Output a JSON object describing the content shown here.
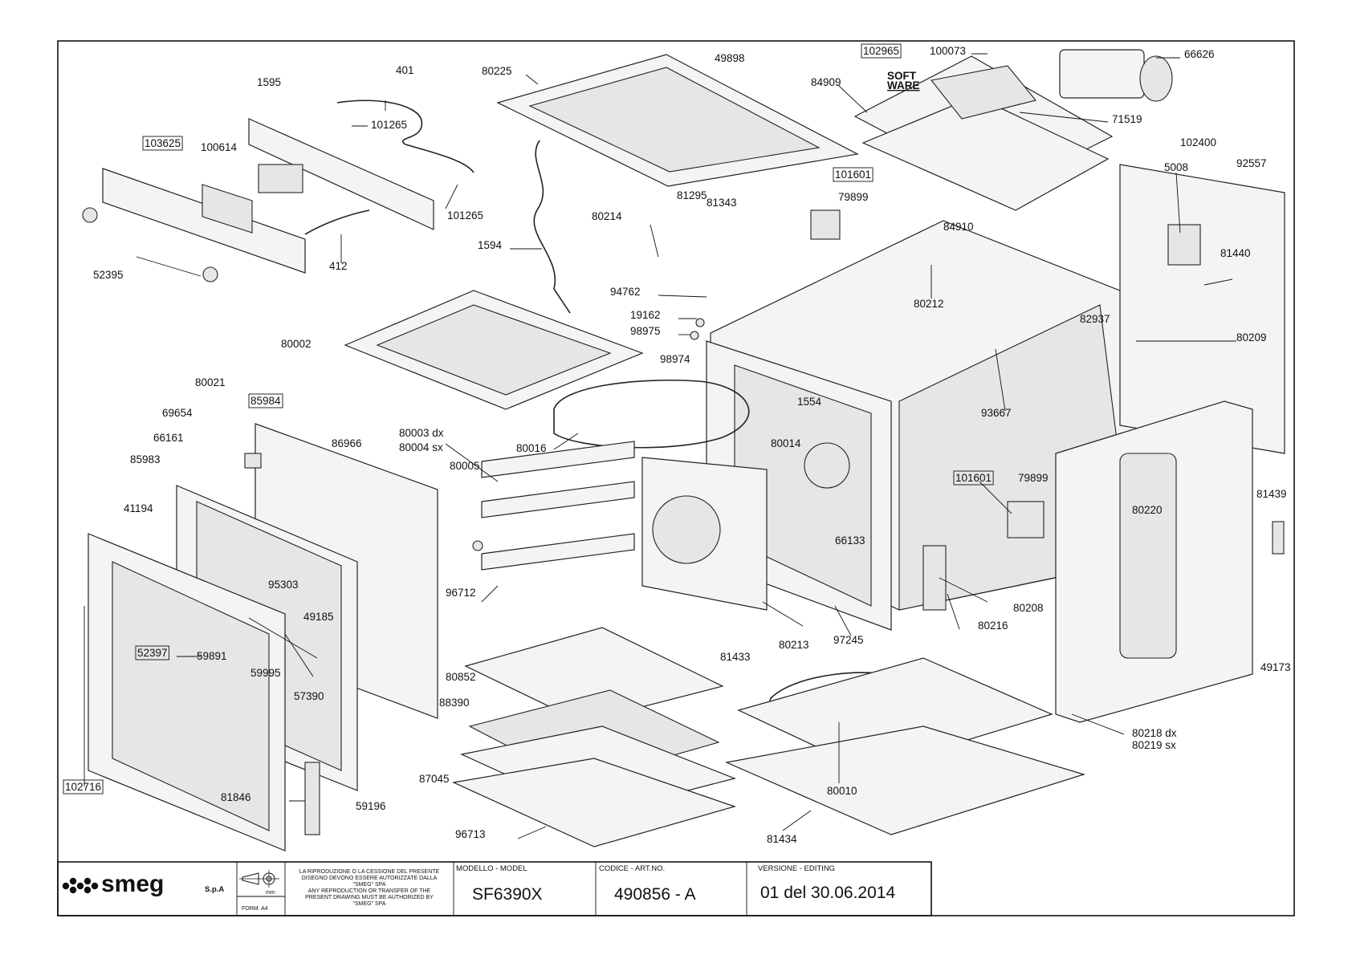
{
  "drawing": {
    "callouts": [
      {
        "id": "c80225",
        "text": "80225"
      },
      {
        "id": "c49898",
        "text": "49898"
      },
      {
        "id": "c102965",
        "text": "102965",
        "boxed": true
      },
      {
        "id": "c100073",
        "text": "100073"
      },
      {
        "id": "c66626",
        "text": "66626"
      },
      {
        "id": "c84909",
        "text": "84909"
      },
      {
        "id": "c71519",
        "text": "71519"
      },
      {
        "id": "c1595",
        "text": "1595"
      },
      {
        "id": "c401",
        "text": "401"
      },
      {
        "id": "c101265a",
        "text": "101265"
      },
      {
        "id": "c103625",
        "text": "103625",
        "boxed": true
      },
      {
        "id": "c100614",
        "text": "100614"
      },
      {
        "id": "c101265b",
        "text": "101265"
      },
      {
        "id": "c52395",
        "text": "52395"
      },
      {
        "id": "c412",
        "text": "412"
      },
      {
        "id": "c81343",
        "text": "81343"
      },
      {
        "id": "c81295",
        "text": "81295"
      },
      {
        "id": "c80214",
        "text": "80214"
      },
      {
        "id": "c101601a",
        "text": "101601",
        "boxed": true
      },
      {
        "id": "c79899a",
        "text": "79899"
      },
      {
        "id": "c1594",
        "text": "1594"
      },
      {
        "id": "c102400",
        "text": "102400"
      },
      {
        "id": "c5008",
        "text": "5008"
      },
      {
        "id": "c92557",
        "text": "92557"
      },
      {
        "id": "c84910",
        "text": "84910"
      },
      {
        "id": "c81440",
        "text": "81440"
      },
      {
        "id": "c94762",
        "text": "94762"
      },
      {
        "id": "c19162",
        "text": "19162"
      },
      {
        "id": "c98975",
        "text": "98975"
      },
      {
        "id": "c98974",
        "text": "98974"
      },
      {
        "id": "c80212",
        "text": "80212"
      },
      {
        "id": "c82937",
        "text": "82937"
      },
      {
        "id": "c80209",
        "text": "80209"
      },
      {
        "id": "c80002",
        "text": "80002"
      },
      {
        "id": "c80021",
        "text": "80021"
      },
      {
        "id": "c85984",
        "text": "85984",
        "boxed": true
      },
      {
        "id": "c69654",
        "text": "69654"
      },
      {
        "id": "c66161",
        "text": "66161"
      },
      {
        "id": "c86966",
        "text": "86966"
      },
      {
        "id": "c85983",
        "text": "85983"
      },
      {
        "id": "c80003",
        "text": "80003 dx"
      },
      {
        "id": "c80004",
        "text": "80004 sx"
      },
      {
        "id": "c80016",
        "text": "80016"
      },
      {
        "id": "c1554",
        "text": "1554"
      },
      {
        "id": "c80014",
        "text": "80014"
      },
      {
        "id": "c93667",
        "text": "93667"
      },
      {
        "id": "c80005",
        "text": "80005"
      },
      {
        "id": "c101601b",
        "text": "101601",
        "boxed": true
      },
      {
        "id": "c79899b",
        "text": "79899"
      },
      {
        "id": "c81439",
        "text": "81439"
      },
      {
        "id": "c41194",
        "text": "41194"
      },
      {
        "id": "c80220",
        "text": "80220"
      },
      {
        "id": "c66133",
        "text": "66133"
      },
      {
        "id": "c96712",
        "text": "96712"
      },
      {
        "id": "c95303",
        "text": "95303"
      },
      {
        "id": "c49185",
        "text": "49185"
      },
      {
        "id": "c80208",
        "text": "80208"
      },
      {
        "id": "c80216",
        "text": "80216"
      },
      {
        "id": "c80213",
        "text": "80213"
      },
      {
        "id": "c97245",
        "text": "97245"
      },
      {
        "id": "c52397",
        "text": "52397",
        "boxed": true
      },
      {
        "id": "c59891",
        "text": "59891"
      },
      {
        "id": "c59995",
        "text": "59995"
      },
      {
        "id": "c80852",
        "text": "80852"
      },
      {
        "id": "c81433",
        "text": "81433"
      },
      {
        "id": "c49173",
        "text": "49173"
      },
      {
        "id": "c57390",
        "text": "57390"
      },
      {
        "id": "c88390",
        "text": "88390"
      },
      {
        "id": "c80218",
        "text": "80218 dx"
      },
      {
        "id": "c80219",
        "text": "80219 sx"
      },
      {
        "id": "c87045",
        "text": "87045"
      },
      {
        "id": "c80010",
        "text": "80010"
      },
      {
        "id": "c102716",
        "text": "102716",
        "boxed": true
      },
      {
        "id": "c81846",
        "text": "81846"
      },
      {
        "id": "c59196",
        "text": "59196"
      },
      {
        "id": "c96713",
        "text": "96713"
      },
      {
        "id": "c81434",
        "text": "81434"
      }
    ],
    "software_label": {
      "line1": "SOFT",
      "line2": "WARE"
    }
  },
  "title_block": {
    "brand": "smeg",
    "brand_suffix": "S.p.A",
    "form": "FORM. A4",
    "notice_lines": [
      "LA RIPRODUZIONE O LA CESSIONE DEL PRESENTE",
      "DISEGNO DEVONO ESSERE AUTORIZZATE DALLA",
      "\"SMEG\" SPA",
      "ANY REPRODUCTION OR TRANSFER OF THE",
      "PRESENT DRAWING MUST BE AUTHORIZED BY",
      "\"SMEG\" SPA"
    ],
    "model_header": "MODELLO - MODEL",
    "model_value": "SF6390X",
    "code_header": "CODICE - ART.NO.",
    "code_value": "490856 - A",
    "version_header": "VERSIONE - EDITING",
    "version_value": "01 del 30.06.2014",
    "unit_symbol": "mm"
  }
}
